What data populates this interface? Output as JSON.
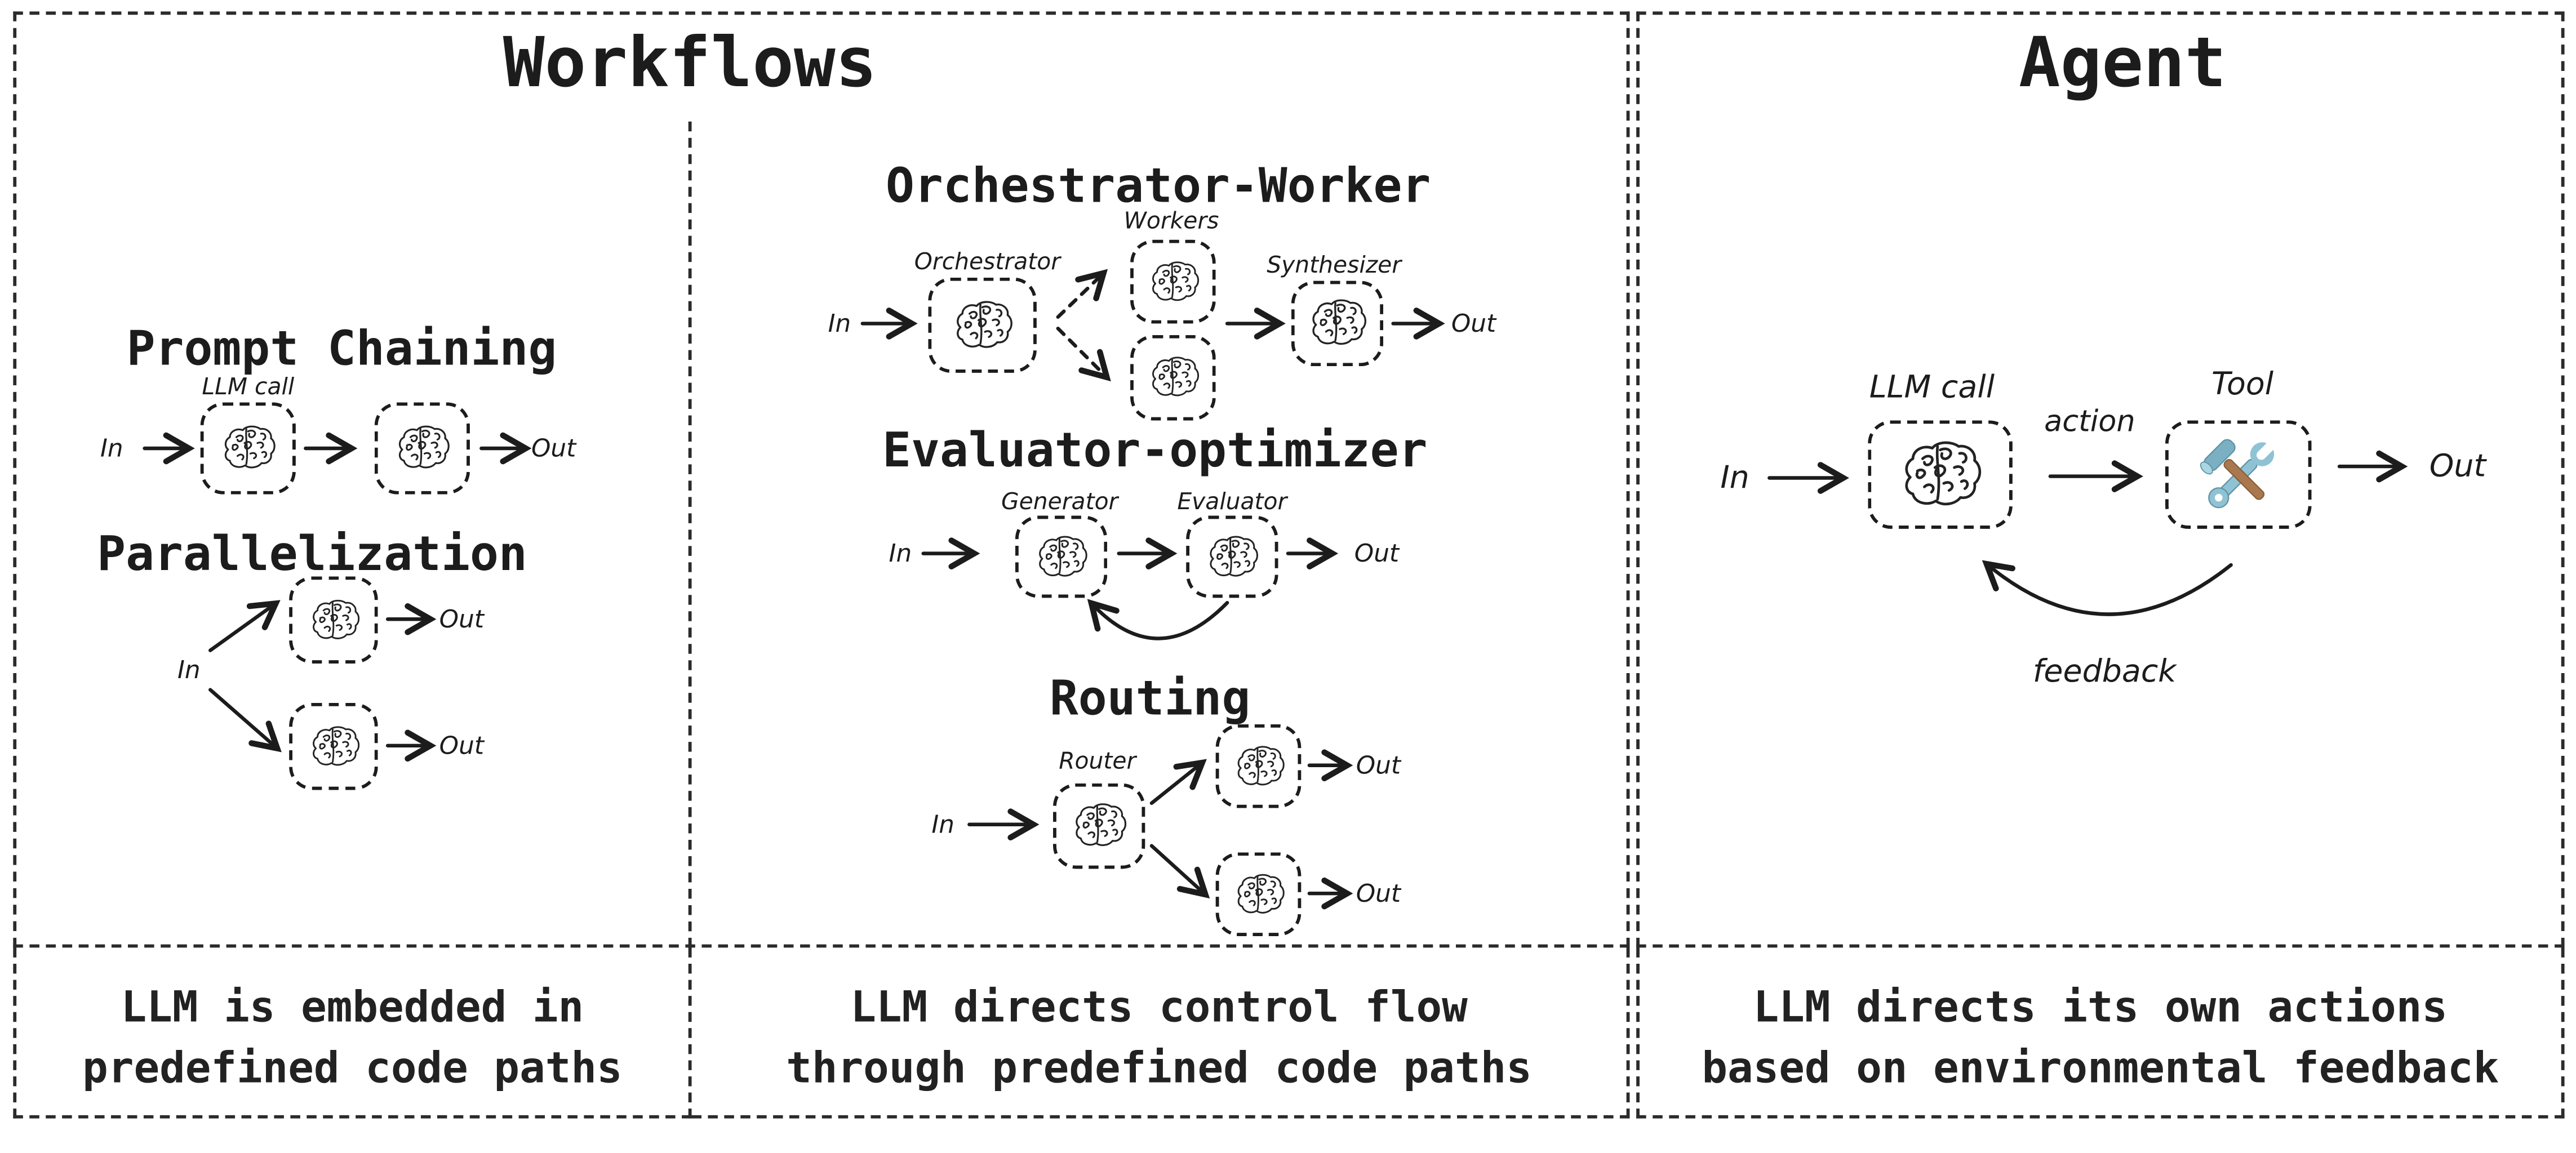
{
  "workflows": {
    "title": "Workflows",
    "prompt_chaining": {
      "heading": "Prompt Chaining",
      "llm_call_label": "LLM call",
      "in_label": "In",
      "out_label": "Out"
    },
    "parallelization": {
      "heading": "Parallelization",
      "in_label": "In",
      "out_top_label": "Out",
      "out_bottom_label": "Out"
    },
    "orchestrator_worker": {
      "heading": "Orchestrator-Worker",
      "workers_label": "Workers",
      "orchestrator_label": "Orchestrator",
      "synthesizer_label": "Synthesizer",
      "in_label": "In",
      "out_label": "Out"
    },
    "evaluator_optimizer": {
      "heading": "Evaluator-optimizer",
      "generator_label": "Generator",
      "evaluator_label": "Evaluator",
      "in_label": "In",
      "out_label": "Out"
    },
    "routing": {
      "heading": "Routing",
      "router_label": "Router",
      "in_label": "In",
      "out_top_label": "Out",
      "out_bottom_label": "Out"
    },
    "caption_left": [
      "LLM is embedded in",
      "predefined code paths"
    ],
    "caption_middle": [
      "LLM directs control flow",
      "through predefined code paths"
    ]
  },
  "agent": {
    "title": "Agent",
    "llm_call_label": "LLM call",
    "tool_label": "Tool",
    "action_label": "action",
    "feedback_label": "feedback",
    "in_label": "In",
    "out_label": "Out",
    "caption": [
      "LLM directs its own actions",
      "based on environmental feedback"
    ]
  },
  "colors": {
    "ink": "#1c1c1c",
    "border": "#2b2b2b",
    "wrench_blue": "#8fc3d3",
    "hammer_head_blue": "#7bb0c2",
    "hammer_handle_brown": "#a9784e"
  },
  "icons": {
    "brain": "brain-icon",
    "tools": "hammer-wrench-icon"
  }
}
